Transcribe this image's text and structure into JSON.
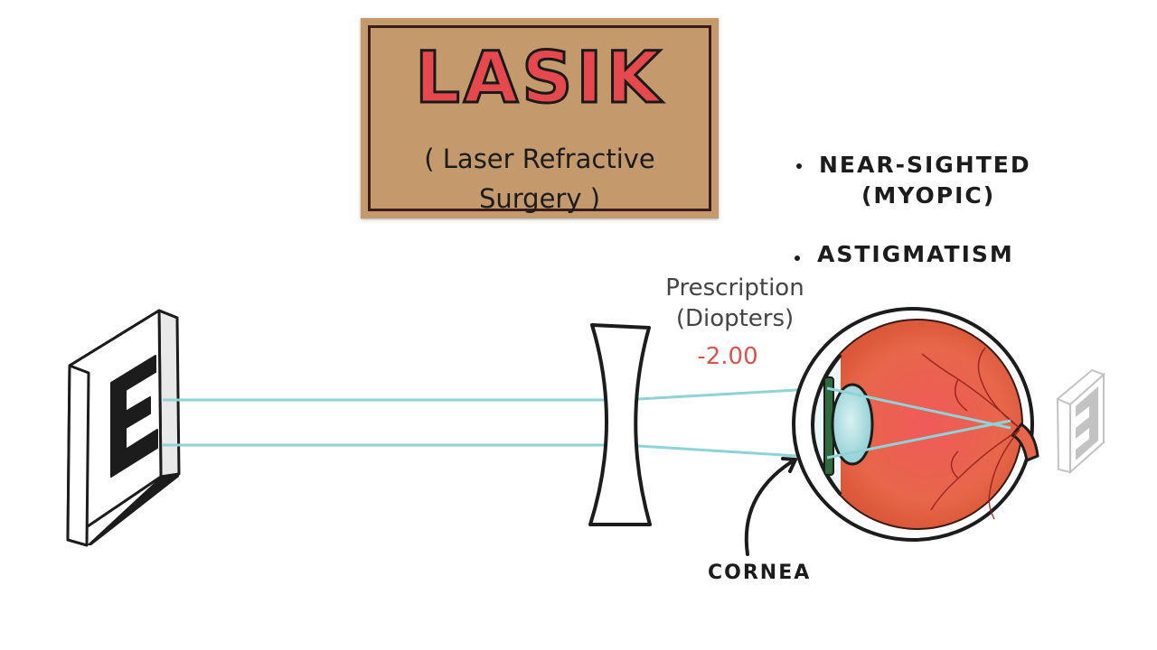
{
  "title_card": {
    "title": "LASIK",
    "subtitle_line1": "( Laser Refractive",
    "subtitle_line2": "Surgery )"
  },
  "conditions": {
    "item1_line1": "NEAR-SIGHTED",
    "item1_line2": "(MYOPIC)",
    "item2": "ASTIGMATISM"
  },
  "prescription": {
    "label_line1": "Prescription",
    "label_line2": "(Diopters)",
    "value": "-2.00"
  },
  "cornea_label": "CORNEA",
  "eye_chart_letter": "E",
  "colors": {
    "card": "#c49a6c",
    "title_fill": "#e5484d",
    "light_ray": "#8fd3d8",
    "eye_red": "#e8664a",
    "prescription_value": "#d9534f"
  }
}
